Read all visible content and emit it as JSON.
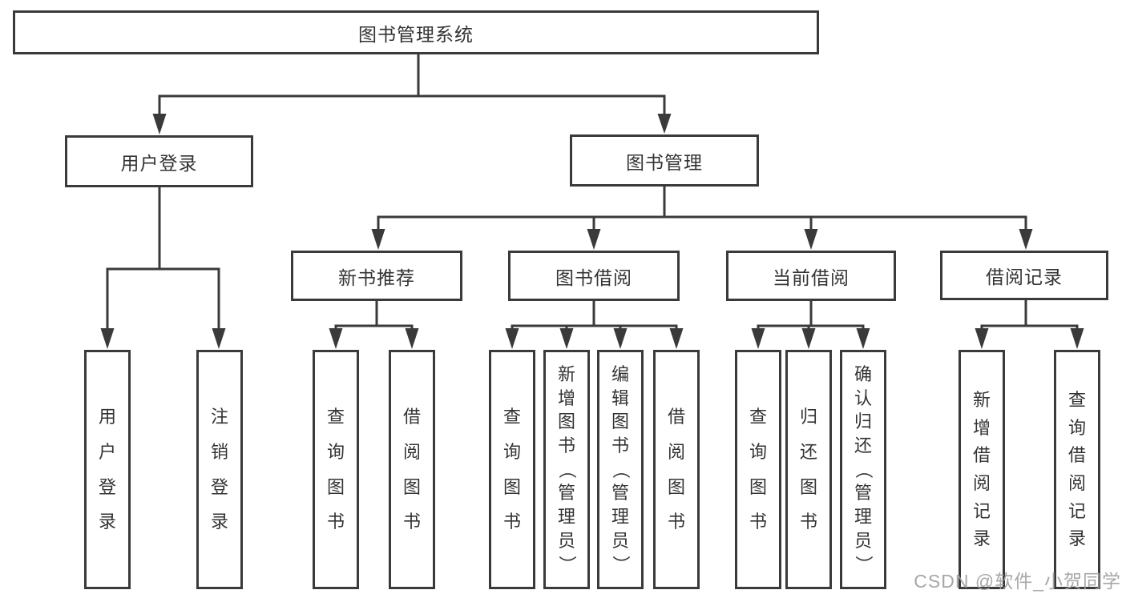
{
  "colors": {
    "line": "#3a3a3a",
    "text": "#333333",
    "box_background": "#ffffff",
    "page_background": "#ffffff",
    "watermark": "#a0a0a0"
  },
  "watermark": {
    "text": "CSDN @软件_小贺同学"
  },
  "tree": {
    "root": {
      "label": "图书管理系统"
    },
    "branches": [
      {
        "label": "用户登录",
        "children": [
          {
            "label": "用户登录"
          },
          {
            "label": "注销登录"
          }
        ]
      },
      {
        "label": "图书管理",
        "children": [
          {
            "label": "新书推荐",
            "children": [
              {
                "label": "查询图书"
              },
              {
                "label": "借阅图书"
              }
            ]
          },
          {
            "label": "图书借阅",
            "children": [
              {
                "label": "查询图书"
              },
              {
                "label": "新增图书（管理员）"
              },
              {
                "label": "编辑图书（管理员）"
              },
              {
                "label": "借阅图书"
              }
            ]
          },
          {
            "label": "当前借阅",
            "children": [
              {
                "label": "查询图书"
              },
              {
                "label": "归还图书"
              },
              {
                "label": "确认归还（管理员）"
              }
            ]
          },
          {
            "label": "借阅记录",
            "children": [
              {
                "label": "新增借阅记录"
              },
              {
                "label": "查询借阅记录"
              }
            ]
          }
        ]
      }
    ]
  }
}
